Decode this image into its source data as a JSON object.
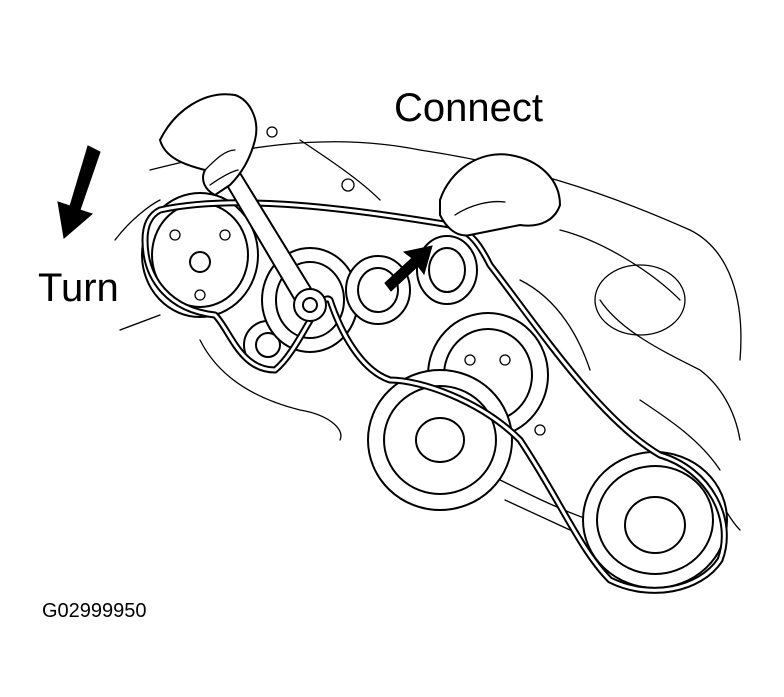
{
  "labels": {
    "connect": "Connect",
    "turn": "Turn",
    "figure_code": "G02999950"
  },
  "colors": {
    "line": "#000000",
    "background": "#ffffff"
  },
  "icons": {
    "turn_arrow": "down-left-arrow",
    "connect_arrow": "up-right-arrow"
  }
}
